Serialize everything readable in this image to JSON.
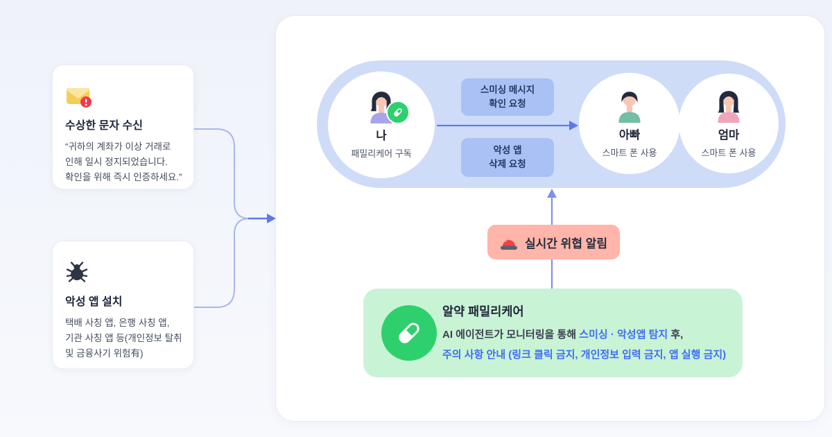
{
  "colors": {
    "bg_top": "#eff2fa",
    "bg_bottom": "#f7f9fd",
    "card_bg": "#ffffff",
    "card_border": "#eceef5",
    "panel_bg": "#ffffff",
    "panel_border": "#e7eaf2",
    "pill_bg": "#cedcf8",
    "circle_bg": "#ffffff",
    "box_bg": "#a9c1f4",
    "box_text": "#253a66",
    "arrow": "#5b7bea",
    "connector": "#aab6ec",
    "vertical_arrow": "#7b92e9",
    "alert_bg": "#ffb5a9",
    "alert_text": "#262c3d",
    "siren_red": "#ef4146",
    "siren_base": "#57606f",
    "green_bg": "#c9f3d5",
    "green_circle": "#2ed06e",
    "highlight_blue": "#3e6ef2",
    "service_text": "#39404f",
    "text_dark": "#20263a",
    "text_body": "#434b5c",
    "caption_text": "#4b5365",
    "envelope_yellow": "#f6cd55",
    "envelope_flap": "#fbe6a0",
    "badge_red": "#ef3b4e",
    "bug_dark": "#2d3442",
    "skin": "#f7c6b4",
    "hair": "#232a3d",
    "me_shirt": "#a9a5ea",
    "dad_shirt": "#72bfa5",
    "mom_shirt": "#f0a6ba"
  },
  "left_cards": [
    {
      "icon": "envelope-alert-icon",
      "title": "수상한 문자 수신",
      "body_lines": [
        "“귀하의 계좌가 이상 거래로",
        "인해 일시 정지되었습니다.",
        "확인을 위해 즉시 인증하세요.”"
      ]
    },
    {
      "icon": "bug-icon",
      "title": "악성 앱 설치",
      "body_lines": [
        "택배 사칭 앱, 은행 사칭 앱,",
        "기관 사칭 앱 등(개인정보 탈취",
        "및 금융사기 위험有)"
      ]
    }
  ],
  "flow": {
    "members": [
      {
        "name": "나",
        "caption": "패밀리케어 구독"
      },
      {
        "name": "아빠",
        "caption": "스마트 폰 사용"
      },
      {
        "name": "엄마",
        "caption": "스마트 폰 사용"
      }
    ],
    "request_boxes": [
      {
        "line1": "스미싱 메시지",
        "line2": "확인 요청"
      },
      {
        "line1": "악성 앱",
        "line2": "삭제 요청"
      }
    ]
  },
  "alert_badge": {
    "icon": "siren-icon",
    "label": "실시간 위협 알림"
  },
  "service_card": {
    "icon": "pill-icon",
    "title": "알약 패밀리케어",
    "line1_prefix": "AI 에이전트가 모니터링을 통해 ",
    "line1_highlight": "스미싱 · 악성앱 탐지",
    "line1_suffix": " 후,",
    "line2": "주의 사항 안내 (링크 클릭 금지, 개인정보 입력 금지, 앱 실행 금지)"
  }
}
